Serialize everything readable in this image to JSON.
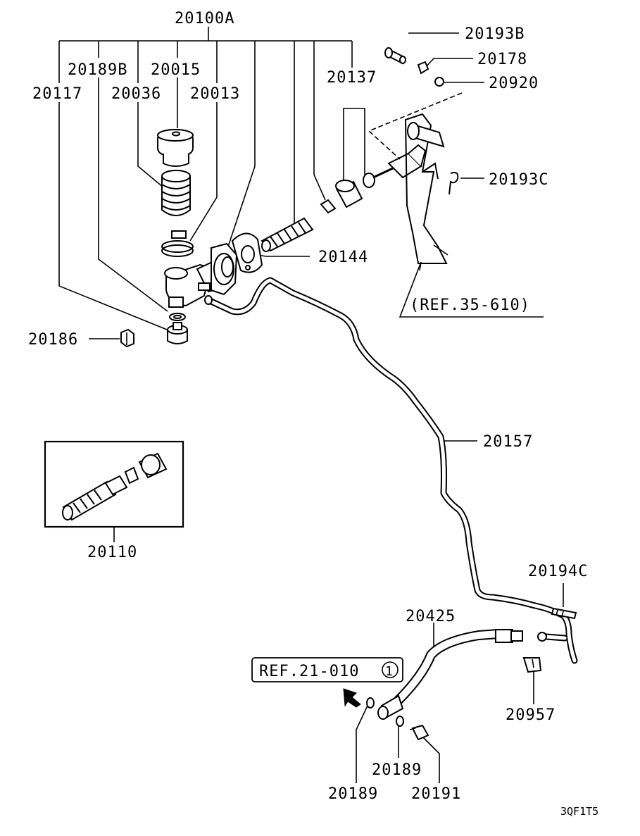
{
  "part_labels": {
    "p20100A": "20100A",
    "p20189B": "20189B",
    "p20015": "20015",
    "p20117": "20117",
    "p20036": "20036",
    "p20013": "20013",
    "p20137": "20137",
    "p20193B": "20193B",
    "p20178": "20178",
    "p20920": "20920",
    "p20193C": "20193C",
    "p20144": "20144",
    "p20186": "20186",
    "p20157": "20157",
    "p20110": "20110",
    "p20194C": "20194C",
    "p20425": "20425",
    "p20957": "20957",
    "p20189a": "20189",
    "p20189b": "20189",
    "p20191": "20191"
  },
  "references": {
    "ref_pedal": "(REF.35-610)",
    "ref_hose": "REF.21-010",
    "ref_hose_circle": "1"
  },
  "diagram_code": "3QF1T5"
}
